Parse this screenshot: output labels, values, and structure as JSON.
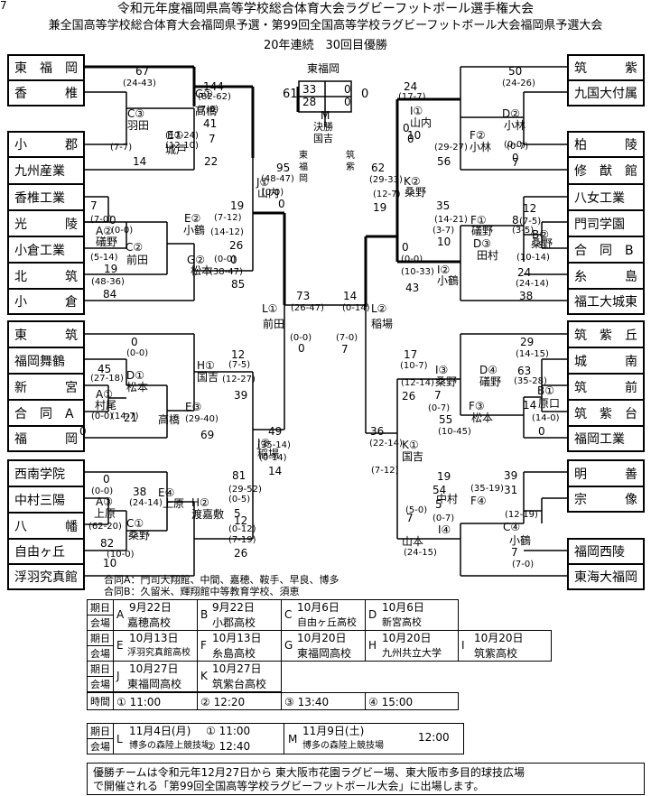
{
  "header": {
    "title": "令和元年度福岡県高等学校総合体育大会ラグビーフットボール選手権大会",
    "subtitle": "兼全国高等学校総合体育大会福岡県予選・第99回全国高等学校ラグビーフットボール大会福岡県予選大会",
    "streak": "20年連続　30回目優勝"
  },
  "left_teams": [
    "東　福　岡",
    "香　　　椎",
    "小　　　郡",
    "九州産業",
    "香椎工業",
    "光　　　陵",
    "小倉工業",
    "北　　　筑",
    "小　　　倉",
    "東　　　筑",
    "福岡舞鶴",
    "新　　　宮",
    "合　同　A",
    "福　　　岡",
    "西南学院",
    "中村三陽",
    "八　　　幡",
    "自由ヶ丘",
    "浮羽究真館"
  ],
  "right_teams": [
    "筑　　　紫",
    "九国大付属",
    "柏　　　陵",
    "修　猷　館",
    "八女工業",
    "門司学園",
    "合　同　B",
    "糸　　　島",
    "福工大城東",
    "筑　紫　丘",
    "城　　　南",
    "筑　　　前",
    "筑　紫　台",
    "福岡工業",
    "明　　　善",
    "宗　　　像",
    "福岡西陵",
    "東海大福岡"
  ],
  "final": {
    "champion": "東福岡",
    "score_left": "61",
    "score_right": "0",
    "half1": "33",
    "half1b": "0",
    "half2": "28",
    "half2b": "0",
    "label": "M",
    "label2": "決勝",
    "venue": "国吉",
    "left_name": "東\n福\n岡",
    "right_name": "筑\n紫"
  },
  "left_text": [
    "67",
    "(24-43)",
    "C③",
    "羽田",
    "(7-7)",
    "14",
    "E①",
    "城戸",
    "(17-24)",
    "(12-10)",
    "22",
    "144",
    "(82-62)",
    "G①",
    "高橋",
    "(7-0)",
    "41",
    "7",
    "95",
    "(48-47)",
    "J①",
    "山内",
    "(0-0)",
    "0",
    "7",
    "(7-0)",
    "A②",
    "礒野",
    "(5-14)",
    "19",
    "0",
    "(0-0)",
    "C②",
    "前田",
    "(48-36)",
    "84",
    "19",
    "(7-12)",
    "E②",
    "小鶴",
    "(14-12)",
    "26",
    "0",
    "(0-0)",
    "G②",
    "松本",
    "(38-47)",
    "85",
    "73",
    "(26-47)",
    "L①",
    "前田",
    "(0-0)",
    "0",
    "0",
    "(0-0)",
    "45",
    "(27-18)",
    "D①",
    "松本",
    "A①",
    "村尾",
    "(0-0)",
    "(14-7)",
    "21",
    "0",
    "E③",
    "高橋",
    "(29-40)",
    "69",
    "12",
    "(7-5)",
    "H①",
    "国吉",
    "(12-27)",
    "39",
    "49",
    "(35-14)",
    "J②",
    "稲場",
    "(0-14)",
    "14",
    "0",
    "(0-0)",
    "38",
    "(24-14)",
    "A③",
    "上原",
    "(62-20)",
    "82",
    "C①",
    "桑野",
    "(10-0)",
    "10",
    "E④",
    "上原",
    "81",
    "(29-52)",
    "(0-5)",
    "5",
    "H②",
    "渡嘉敷",
    "12",
    "(0-12)",
    "(7-19)",
    "26"
  ],
  "right_text": [
    "50",
    "(24-26)",
    "D②",
    "小林",
    "(0-0)",
    "0",
    "F②",
    "小林",
    "(29-27)",
    "56",
    "(0-7)",
    "7",
    "24",
    "(17-7)",
    "I①",
    "山内",
    "10",
    "0",
    "0",
    "62",
    "(29-33)",
    "K②",
    "桑野",
    "(12-7)",
    "19",
    "35",
    "(14-21)",
    "F①",
    "礒野",
    "(3-7)",
    "10",
    "8",
    "(3-5)",
    "D③",
    "田村",
    "12",
    "(7-5)",
    "B②",
    "桑野",
    "(10-14)",
    "24",
    "(24-14)",
    "38",
    "0",
    "(0-0)",
    "(10-33)",
    "I②",
    "小鶴",
    "43",
    "14",
    "(0-14)",
    "L②",
    "稲場",
    "(7-0)",
    "7",
    "17",
    "(10-7)",
    "I③",
    "桑野",
    "(12-14)",
    "26",
    "7",
    "(0-7)",
    "F③",
    "松本",
    "55",
    "(10-45)",
    "29",
    "(14-15)",
    "D④",
    "礒野",
    "63",
    "(35-28)",
    "B①",
    "原口",
    "14",
    "(14-0)",
    "0",
    "36",
    "(22-14)",
    "K①",
    "国吉",
    "(7-12)",
    "19",
    "54",
    "(35-19)",
    "F④",
    "中村",
    "5",
    "(5-0)",
    "7",
    "(0-7)",
    "I④",
    "山本",
    "(24-15)",
    "39",
    "31",
    "(12-19)",
    "C④",
    "小鶴",
    "7",
    "(7-0)",
    "7"
  ],
  "notes": {
    "a": "合同A：門司大翔館、中間、嘉穂、鞍手、早良、博多",
    "b": "合同B：久留米、輝翔館中等教育学校、須恵"
  },
  "schedule": {
    "row1": [
      "期日",
      "A",
      "9月22日",
      "B",
      "9月22日",
      "C",
      "10月6日",
      "D",
      "10月6日"
    ],
    "row1b": [
      "会場",
      "嘉穂高校",
      "小郡高校",
      "自由ヶ丘高校",
      "新宮高校"
    ],
    "row2": [
      "期日",
      "E",
      "10月13日",
      "F",
      "10月13日",
      "G",
      "10月20日",
      "H",
      "10月20日",
      "I",
      "10月20日"
    ],
    "row2b": [
      "会場",
      "浮羽究真館高校",
      "糸島高校",
      "東福岡高校",
      "九州共立大学",
      "筑紫高校"
    ],
    "row3": [
      "期日",
      "J",
      "10月27日",
      "K",
      "10月27日"
    ],
    "row3b": [
      "会場",
      "東福岡高校",
      "筑紫台高校"
    ],
    "times": [
      "時間",
      "① 11:00",
      "② 12:20",
      "③ 13:40",
      "④ 15:00"
    ],
    "final_rows": [
      "期日",
      "L",
      "11月4日(月)",
      "① 11:00",
      "M",
      "11月9日(土)",
      "12:00"
    ],
    "final_rows_b": [
      "会場",
      "博多の森陸上競技場",
      "② 12:40",
      "博多の森陸上競技場"
    ]
  },
  "footer": "優勝チームは令和元年12月27日から 東大阪市花園ラグビー場、東大阪市多目的球技広場\nで開催される「第99回全国高等学校ラグビーフットボール大会」に出場します。"
}
